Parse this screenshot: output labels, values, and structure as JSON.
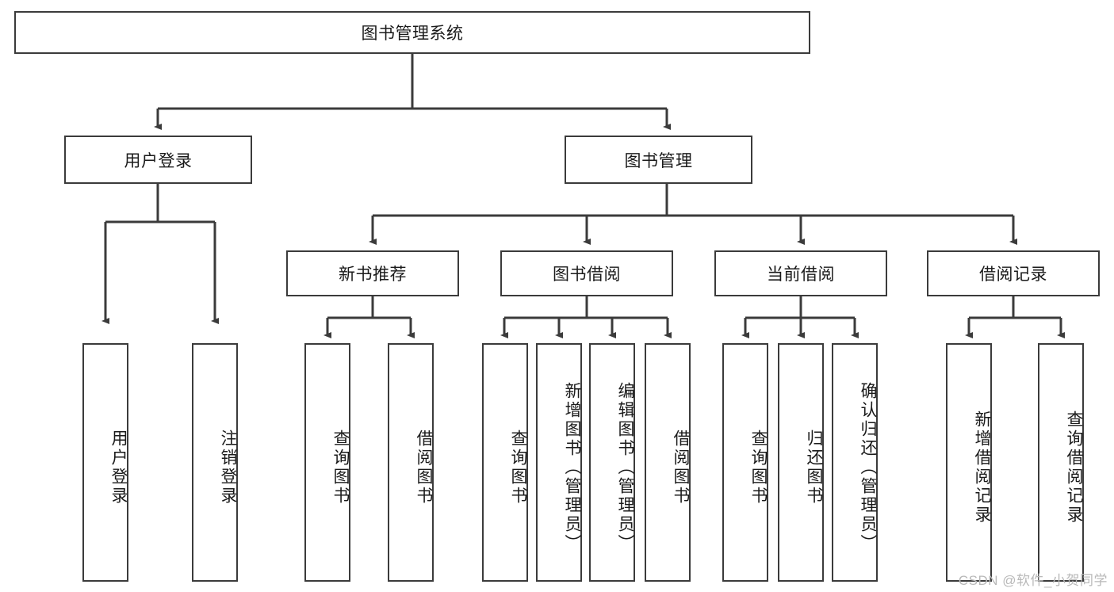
{
  "diagram": {
    "title": "图书管理系统",
    "type": "tree",
    "root": {
      "id": "root",
      "label": "图书管理系统",
      "orientation": "horizontal"
    },
    "level2": [
      {
        "id": "user-login",
        "label": "用户登录",
        "orientation": "horizontal"
      },
      {
        "id": "book-management",
        "label": "图书管理",
        "orientation": "horizontal"
      }
    ],
    "level3": [
      {
        "id": "new-book-recommend",
        "label": "新书推荐",
        "orientation": "horizontal",
        "parent": "book-management"
      },
      {
        "id": "book-borrow",
        "label": "图书借阅",
        "orientation": "horizontal",
        "parent": "book-management"
      },
      {
        "id": "current-borrow",
        "label": "当前借阅",
        "orientation": "horizontal",
        "parent": "book-management"
      },
      {
        "id": "borrow-records",
        "label": "借阅记录",
        "orientation": "horizontal",
        "parent": "book-management"
      }
    ],
    "leaves": [
      {
        "id": "leaf-user-login",
        "label": "用户登录",
        "orientation": "vertical",
        "parent": "user-login"
      },
      {
        "id": "leaf-logout-login",
        "label": "注销登录",
        "orientation": "vertical",
        "parent": "user-login"
      },
      {
        "id": "leaf-query-book-1",
        "label": "查询图书",
        "orientation": "vertical",
        "parent": "new-book-recommend"
      },
      {
        "id": "leaf-borrow-book-1",
        "label": "借阅图书",
        "orientation": "vertical",
        "parent": "new-book-recommend"
      },
      {
        "id": "leaf-query-book-2",
        "label": "查询图书",
        "orientation": "vertical",
        "parent": "book-borrow"
      },
      {
        "id": "leaf-add-book",
        "label": "新增图书（管理员）",
        "orientation": "vertical",
        "parent": "book-borrow"
      },
      {
        "id": "leaf-edit-book",
        "label": "编辑图书（管理员）",
        "orientation": "vertical",
        "parent": "book-borrow"
      },
      {
        "id": "leaf-borrow-book-2",
        "label": "借阅图书",
        "orientation": "vertical",
        "parent": "book-borrow"
      },
      {
        "id": "leaf-query-book-3",
        "label": "查询图书",
        "orientation": "vertical",
        "parent": "current-borrow"
      },
      {
        "id": "leaf-return-book",
        "label": "归还图书",
        "orientation": "vertical",
        "parent": "current-borrow"
      },
      {
        "id": "leaf-confirm-return",
        "label": "确认归还（管理员）",
        "orientation": "vertical",
        "parent": "current-borrow"
      },
      {
        "id": "leaf-add-record",
        "label": "新增借阅记录",
        "orientation": "vertical",
        "parent": "borrow-records"
      },
      {
        "id": "leaf-query-record",
        "label": "查询借阅记录",
        "orientation": "vertical",
        "parent": "borrow-records"
      }
    ]
  },
  "watermark": {
    "text": "CSDN @软件_小贺同学"
  },
  "colors": {
    "stroke": "#3b3b3b",
    "background": "#ffffff",
    "text": "#1a1a1a",
    "watermark": "#b8b8b8"
  }
}
